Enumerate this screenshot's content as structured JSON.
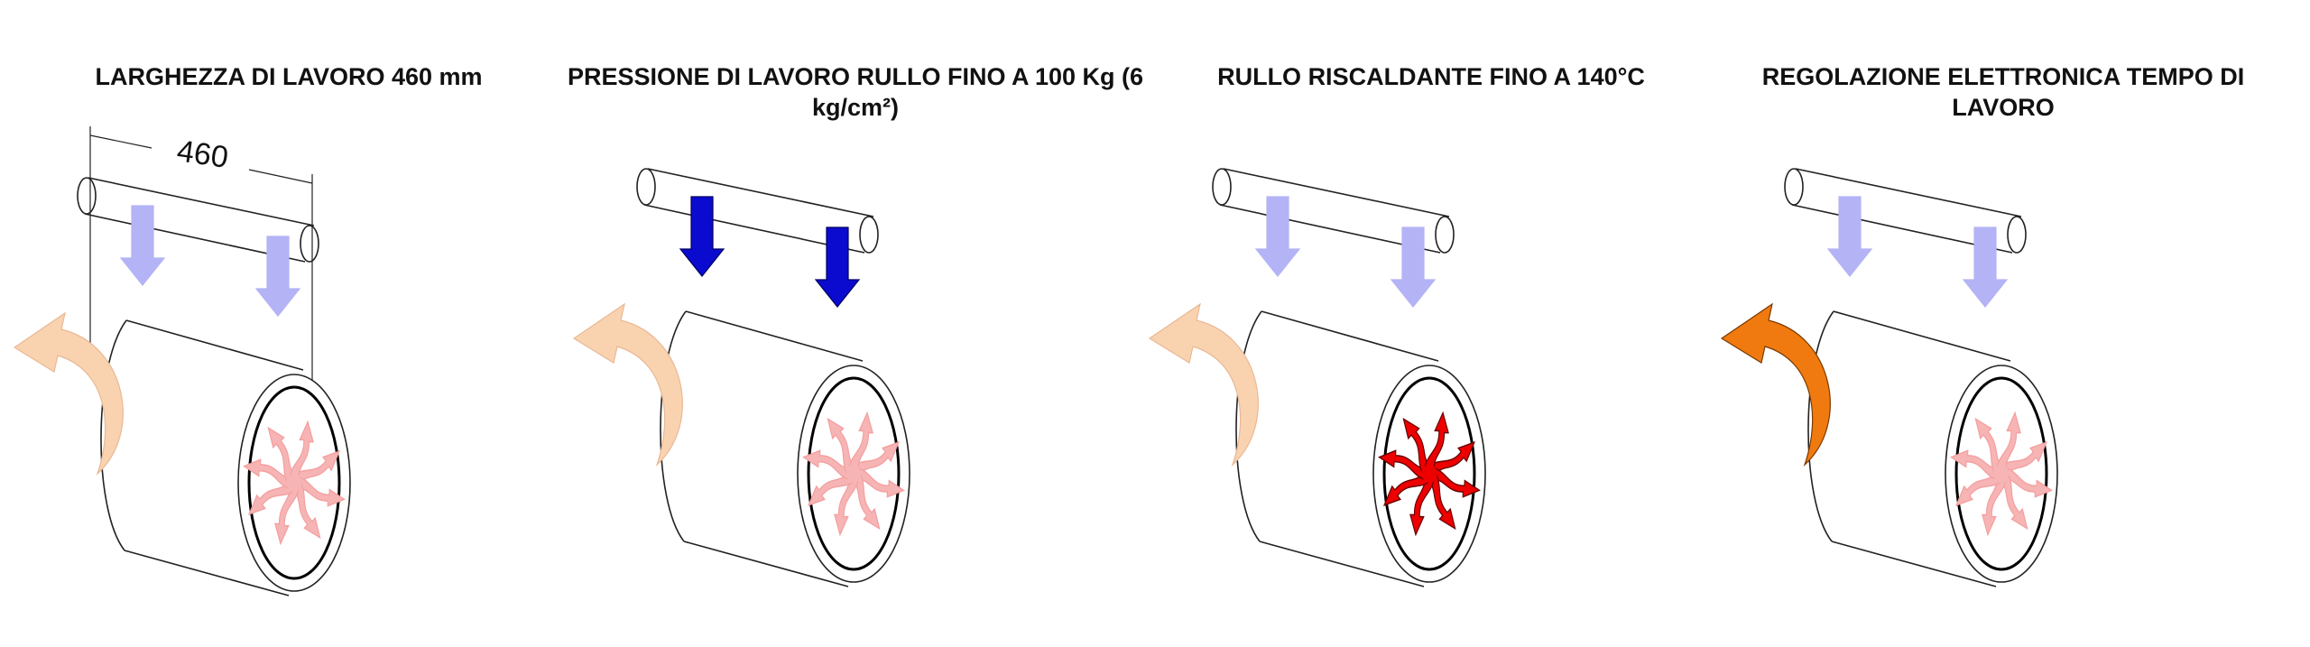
{
  "panels": [
    {
      "title": "LARGHEZZA DI LAVORO 460 mm",
      "dimension_label": "460",
      "highlight": "width",
      "icons": [
        "press-arrow-icon",
        "rotation-arrow-icon",
        "heat-radial-arrows-icon",
        "dimension-line-icon"
      ]
    },
    {
      "title": "PRESSIONE DI LAVORO RULLO FINO A 100 Kg (6 kg/cm²)",
      "highlight": "pressure",
      "icons": [
        "press-arrow-icon",
        "rotation-arrow-icon",
        "heat-radial-arrows-icon"
      ]
    },
    {
      "title": "RULLO RISCALDANTE FINO A 140°C",
      "highlight": "heat",
      "icons": [
        "press-arrow-icon",
        "rotation-arrow-icon",
        "heat-radial-arrows-icon"
      ]
    },
    {
      "title": "REGOLAZIONE ELETTRONICA TEMPO DI LAVORO",
      "highlight": "time",
      "icons": [
        "press-arrow-icon",
        "rotation-arrow-icon",
        "heat-radial-arrows-icon"
      ]
    }
  ],
  "colors": {
    "press_faded": "#b3b3f5",
    "press_active": "#0b0bd0",
    "rotation_faded": "#f9d3b0",
    "rotation_active": "#f07a10",
    "heat_faded": "#f7b4b4",
    "heat_active": "#ee0000",
    "outline": "#222222"
  }
}
